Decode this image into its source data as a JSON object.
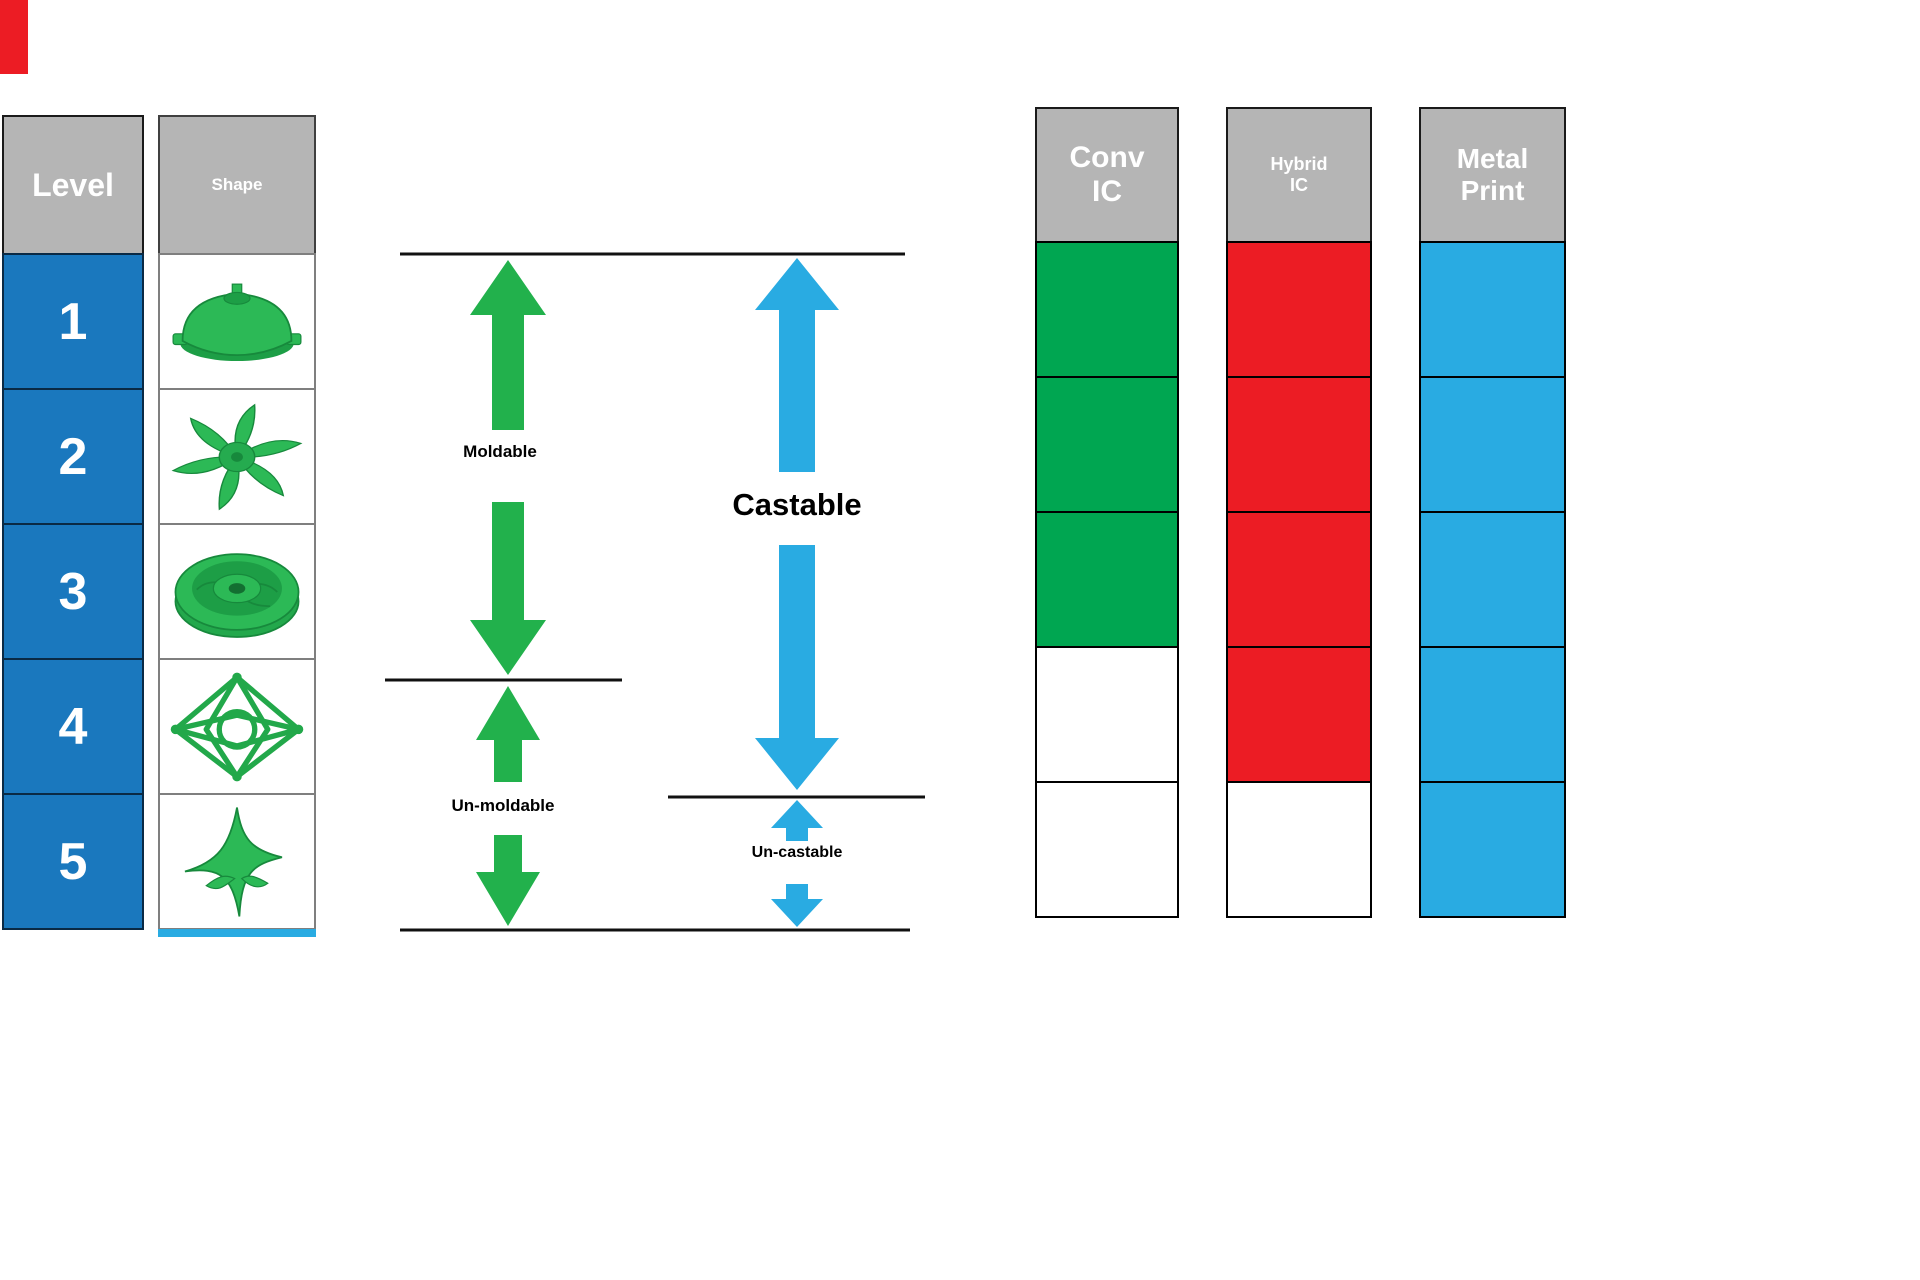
{
  "colors": {
    "header_gray": "#b5b5b5",
    "level_blue": "#1a78be",
    "green": "#00a651",
    "red": "#ec1c24",
    "blue": "#29abe2",
    "white": "#ffffff",
    "arrow_green": "#22b14c",
    "arrow_blue": "#29abe2",
    "line_black": "#111111",
    "shape_green": "#2cb956"
  },
  "table": {
    "level_header": "Level",
    "shape_header": "Shape",
    "levels": [
      "1",
      "2",
      "3",
      "4",
      "5"
    ],
    "shape_images": [
      "dome-part-image",
      "open-impeller-image",
      "shrouded-impeller-image",
      "lattice-sphere-image",
      "star-part-image"
    ]
  },
  "annotations": {
    "moldable": "Moldable",
    "un_moldable": "Un-moldable",
    "castable": "Castable",
    "un_castable": "Un-castable"
  },
  "process_columns": [
    {
      "label": "Conv IC",
      "cells": [
        "green",
        "green",
        "green",
        "white",
        "white"
      ]
    },
    {
      "label": "Hybrid IC",
      "cells": [
        "red",
        "red",
        "red",
        "red",
        "white"
      ]
    },
    {
      "label": "Metal Print",
      "cells": [
        "blue",
        "blue",
        "blue",
        "blue",
        "blue"
      ]
    }
  ]
}
